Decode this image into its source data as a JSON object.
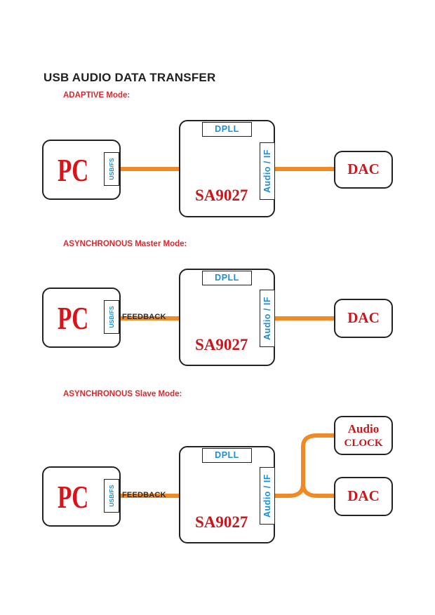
{
  "title": "USB AUDIO DATA TRANSFER",
  "modes": [
    {
      "title": "ADAPTIVE Mode:",
      "pc_label": "PC",
      "usb_label": "USB/FS",
      "dpll_label": "DPLL",
      "audio_if_label": "Audio / IF",
      "chip_label": "SA9027",
      "dac_label": "DAC"
    },
    {
      "title": "ASYNCHRONOUS Master Mode:",
      "pc_label": "PC",
      "usb_label": "USB/FS",
      "feedback_label": "FEEDBACK",
      "dpll_label": "DPLL",
      "audio_if_label": "Audio / IF",
      "chip_label": "SA9027",
      "dac_label": "DAC"
    },
    {
      "title": "ASYNCHRONOUS Slave Mode:",
      "pc_label": "PC",
      "usb_label": "USB/FS",
      "feedback_label": "FEEDBACK",
      "dpll_label": "DPLL",
      "audio_if_label": "Audio / IF",
      "chip_label": "SA9027",
      "dac_label": "DAC",
      "audio_clock_line1": "Audio",
      "audio_clock_line2": "CLOCK"
    }
  ],
  "colors": {
    "wire": "#f08a24",
    "label_red": "#d7141a",
    "label_blue": "#1d8fd0",
    "mode_title": "#e0262b"
  }
}
